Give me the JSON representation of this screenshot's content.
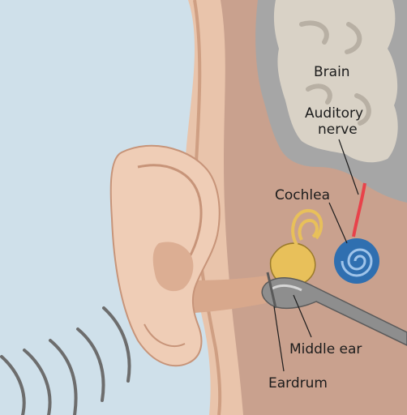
{
  "labels": {
    "brain": "Brain",
    "auditory_nerve_line1": "Auditory",
    "auditory_nerve_line2": "nerve",
    "cochlea": "Cochlea",
    "middle_ear": "Middle ear",
    "eardrum": "Eardrum"
  },
  "colors": {
    "background_air": "#cfe0ea",
    "skin": "#e9c4ab",
    "skin_shadow": "#cf9f83",
    "head_interior": "#c9a18e",
    "brain_outer": "#a6a6a6",
    "brain_inner": "#d9d2c6",
    "auditory_nerve": "#e8424a",
    "cochlea_blue": "#2f6fb0",
    "ossicles": "#e8c05a",
    "probe_grey": "#8e8e8e",
    "sound_waves": "#6d6d6d"
  }
}
